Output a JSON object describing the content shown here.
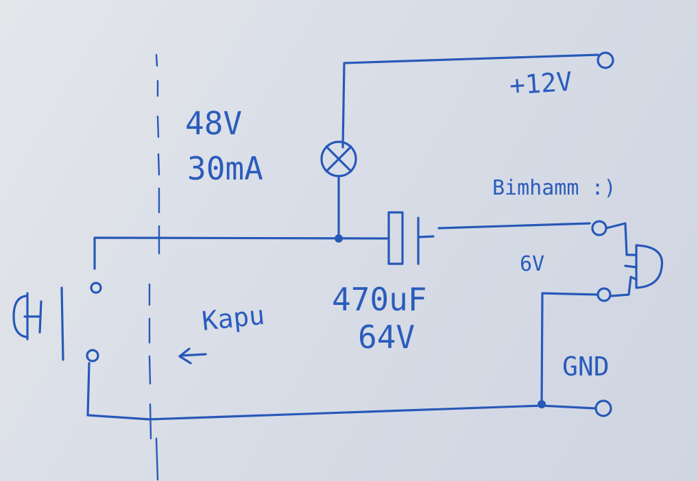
{
  "labels": {
    "supply_voltage": "+12V",
    "lamp_voltage": "48V",
    "lamp_current": "30mA",
    "note": "Bimhamm :)",
    "cap_value": "470uF",
    "cap_voltage": "64V",
    "speaker_voltage": "6V",
    "kapu": "Kapu",
    "ground": "GND"
  },
  "colors": {
    "ink": "#2758b8",
    "paper": "#dde1e8"
  }
}
